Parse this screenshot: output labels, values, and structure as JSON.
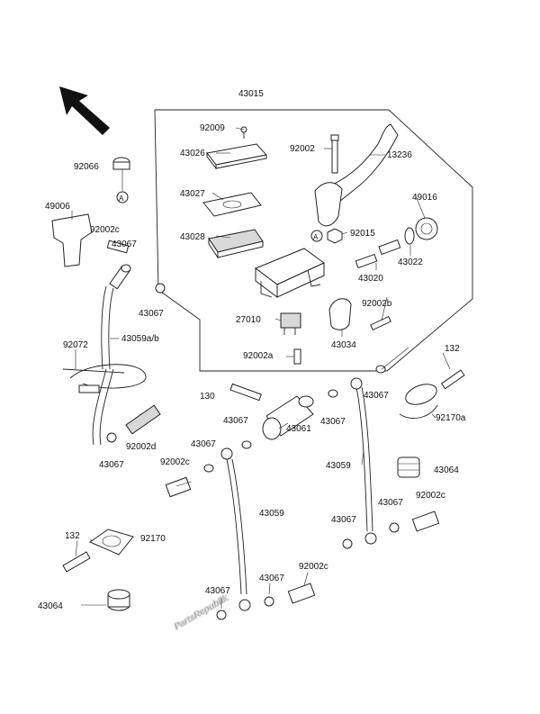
{
  "watermark": "PartsRepublik",
  "labels": {
    "l43015": "43015",
    "l92009": "92009",
    "l92002_top": "92002",
    "l13236": "13236",
    "l43026": "43026",
    "l43027": "43027",
    "l43028": "43028",
    "l92066": "92066",
    "l49006": "49006",
    "l92002c_1": "92002c",
    "l43067_1": "43067",
    "l49016": "49016",
    "l92015": "92015",
    "l43022": "43022",
    "l43020": "43020",
    "l92002b": "92002b",
    "l43067_2": "43067",
    "l27010": "27010",
    "l43034": "43034",
    "l92072": "92072",
    "l43059ab": "43059a/b",
    "l92002a": "92002a",
    "l132_1": "132",
    "l130": "130",
    "l43067_3": "43067",
    "l43067_4": "43067",
    "l43067_5": "43067",
    "l92170a": "92170a",
    "l92002d": "92002d",
    "l43061": "43061",
    "l43067_6": "43067",
    "l43067_7": "43067",
    "l92002c_2": "92002c",
    "l43059_1": "43059",
    "l43064_1": "43064",
    "l43059_2": "43059",
    "l43067_8": "43067",
    "l92002c_3": "92002c",
    "l43067_9": "43067",
    "l132_2": "132",
    "l92170": "92170",
    "l92002c_4": "92002c",
    "l43067_10": "43067",
    "l43067_11": "43067",
    "l43064_2": "43064"
  },
  "markers": {
    "ref_a1": "A",
    "ref_a2": "A"
  },
  "icons": {
    "direction": "arrow-icon",
    "reference": "circled-letter-icon"
  }
}
